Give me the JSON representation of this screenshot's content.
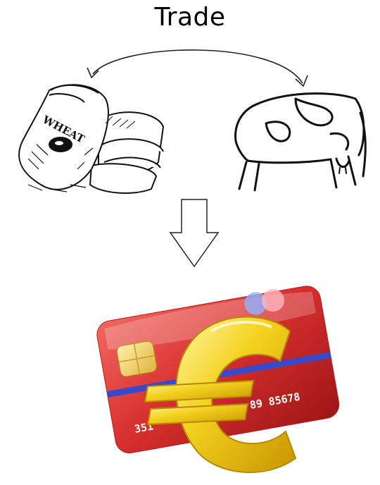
{
  "diagram": {
    "title": "Trade",
    "nodes": [
      {
        "id": "wheat",
        "icon": "wheat-sacks-icon",
        "label": "WHEAT"
      },
      {
        "id": "cow",
        "icon": "cow-icon"
      },
      {
        "id": "money",
        "icon": "euro-credit-card-icon"
      }
    ],
    "card": {
      "number_left": "351",
      "number_right": "89 85678",
      "colors": {
        "card": "#d9302f",
        "stripe": "#3a49c9",
        "chip": "#f2d36b",
        "euro": "#f4d21f"
      }
    },
    "edges": [
      {
        "from": "wheat",
        "to": "cow",
        "style": "curved-arrow"
      },
      {
        "from": "barter",
        "to": "money",
        "style": "hollow-down-arrow"
      }
    ]
  }
}
